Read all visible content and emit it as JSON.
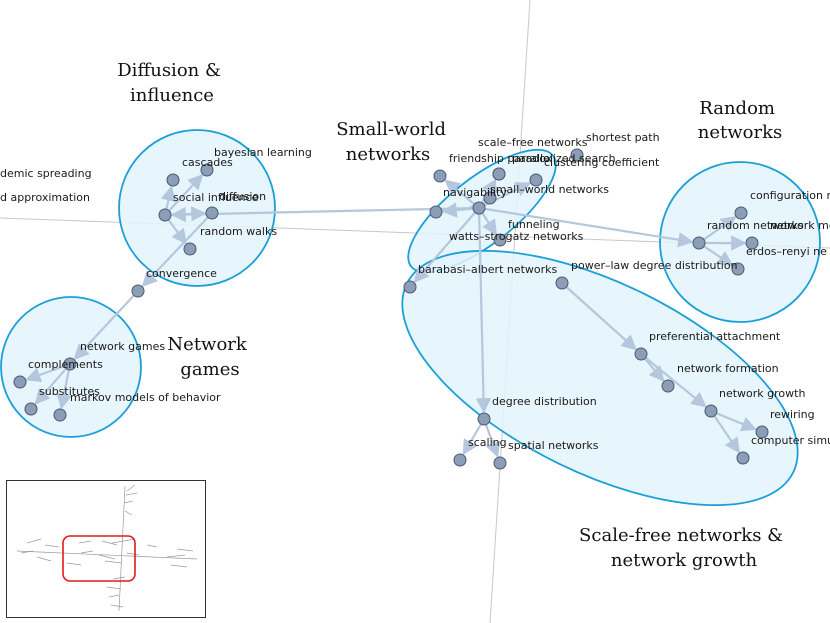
{
  "clusters": [
    {
      "id": "diffusion",
      "title_lines": [
        "Diffusion &",
        "influence"
      ]
    },
    {
      "id": "small-world",
      "title_lines": [
        "Small-world",
        "networks"
      ]
    },
    {
      "id": "random",
      "title_lines": [
        "Random",
        "networks"
      ]
    },
    {
      "id": "games",
      "title_lines": [
        "Network",
        "games"
      ]
    },
    {
      "id": "scale-free",
      "title_lines": [
        "Scale-free networks &",
        "network growth"
      ]
    }
  ],
  "nodes": [
    {
      "id": "epidemic",
      "label": "demic spreading"
    },
    {
      "id": "approx",
      "label": "d approximation"
    },
    {
      "id": "cascades",
      "label": "cascades"
    },
    {
      "id": "bayesian",
      "label": "bayesian learning"
    },
    {
      "id": "social",
      "label": "social influence"
    },
    {
      "id": "diffusion",
      "label": "diffusion"
    },
    {
      "id": "randomwalks",
      "label": "random walks"
    },
    {
      "id": "convergence",
      "label": "convergence"
    },
    {
      "id": "netgames",
      "label": "network games"
    },
    {
      "id": "complements",
      "label": "complements"
    },
    {
      "id": "substitutes",
      "label": "substitutes"
    },
    {
      "id": "markov",
      "label": "markov models of behavior"
    },
    {
      "id": "scalefree",
      "label": "scale–free networks"
    },
    {
      "id": "shortest",
      "label": "shortest path"
    },
    {
      "id": "friendship",
      "label": "friendship paradox"
    },
    {
      "id": "parallel",
      "label": "parallelized search"
    },
    {
      "id": "clustering",
      "label": "clustering coefficient"
    },
    {
      "id": "smallworld",
      "label": "small–world networks"
    },
    {
      "id": "navig",
      "label": "navigability"
    },
    {
      "id": "funneling",
      "label": "funneling"
    },
    {
      "id": "watts",
      "label": "watts–strogatz networks"
    },
    {
      "id": "barabasi",
      "label": "barabasi–albert networks"
    },
    {
      "id": "powerlaw",
      "label": "power–law degree distribution"
    },
    {
      "id": "config",
      "label": "configuration m"
    },
    {
      "id": "randnet",
      "label": "random networks"
    },
    {
      "id": "netmodels",
      "label": "network mo"
    },
    {
      "id": "erdos",
      "label": "erdos–renyi ne"
    },
    {
      "id": "pref",
      "label": "preferential attachment"
    },
    {
      "id": "formation",
      "label": "network formation"
    },
    {
      "id": "growth",
      "label": "network growth"
    },
    {
      "id": "rewiring",
      "label": "rewiring"
    },
    {
      "id": "computer",
      "label": "computer simu"
    },
    {
      "id": "degree",
      "label": "degree distribution"
    },
    {
      "id": "scaling",
      "label": "scaling"
    },
    {
      "id": "spatial",
      "label": "spatial networks"
    }
  ],
  "edges": [
    [
      "navig",
      "scalefree"
    ],
    [
      "navig",
      "friendship"
    ],
    [
      "navig",
      "parallel"
    ],
    [
      "navig",
      "clustering"
    ],
    [
      "navig",
      "smallworld"
    ],
    [
      "navig",
      "funneling"
    ],
    [
      "navig",
      "watts"
    ],
    [
      "navig",
      "barabasi"
    ],
    [
      "navig",
      "social"
    ],
    [
      "navig",
      "degree"
    ],
    [
      "navig",
      "randnet"
    ],
    [
      "social",
      "cascades"
    ],
    [
      "social",
      "bayesian"
    ],
    [
      "social",
      "diffusion"
    ],
    [
      "social",
      "randomwalks"
    ],
    [
      "diffusion",
      "convergence"
    ],
    [
      "convergence",
      "netgames"
    ],
    [
      "netgames",
      "complements"
    ],
    [
      "netgames",
      "substitutes"
    ],
    [
      "netgames",
      "markov"
    ],
    [
      "powerlaw",
      "pref"
    ],
    [
      "pref",
      "formation"
    ],
    [
      "pref",
      "growth"
    ],
    [
      "growth",
      "rewiring"
    ],
    [
      "growth",
      "computer"
    ],
    [
      "degree",
      "scaling"
    ],
    [
      "degree",
      "spatial"
    ],
    [
      "randnet",
      "config"
    ],
    [
      "randnet",
      "netmodels"
    ],
    [
      "randnet",
      "erdos"
    ]
  ],
  "colors": {
    "cluster_fill": "#e3f3fc",
    "cluster_stroke": "#1a9fd8",
    "node_fill": "#8c9db6",
    "node_stroke": "#4a5a73",
    "edge": "#b5c7dc",
    "guide": "#c8c8c8",
    "minimap_highlight": "#e01b1b"
  }
}
